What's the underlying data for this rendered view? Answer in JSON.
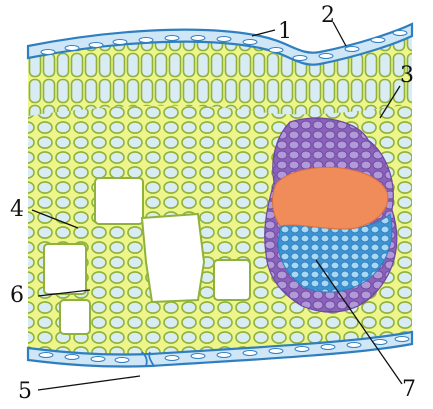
{
  "labels": {
    "l1": "1",
    "l2": "2",
    "l3": "3",
    "l4": "4",
    "l5": "5",
    "l6": "6",
    "l7": "7"
  },
  "colors": {
    "epidermis": "#2f7fc0",
    "epidermis_light": "#cfe6f6",
    "mesophyll_fill": "#eef58a",
    "mesophyll_stroke": "#8fb23a",
    "phloem": "#9a74c6",
    "xylem": "#ef8c5a",
    "vessel": "#5aaee3",
    "air_space": "#ffffff",
    "label_text": "#111111"
  }
}
